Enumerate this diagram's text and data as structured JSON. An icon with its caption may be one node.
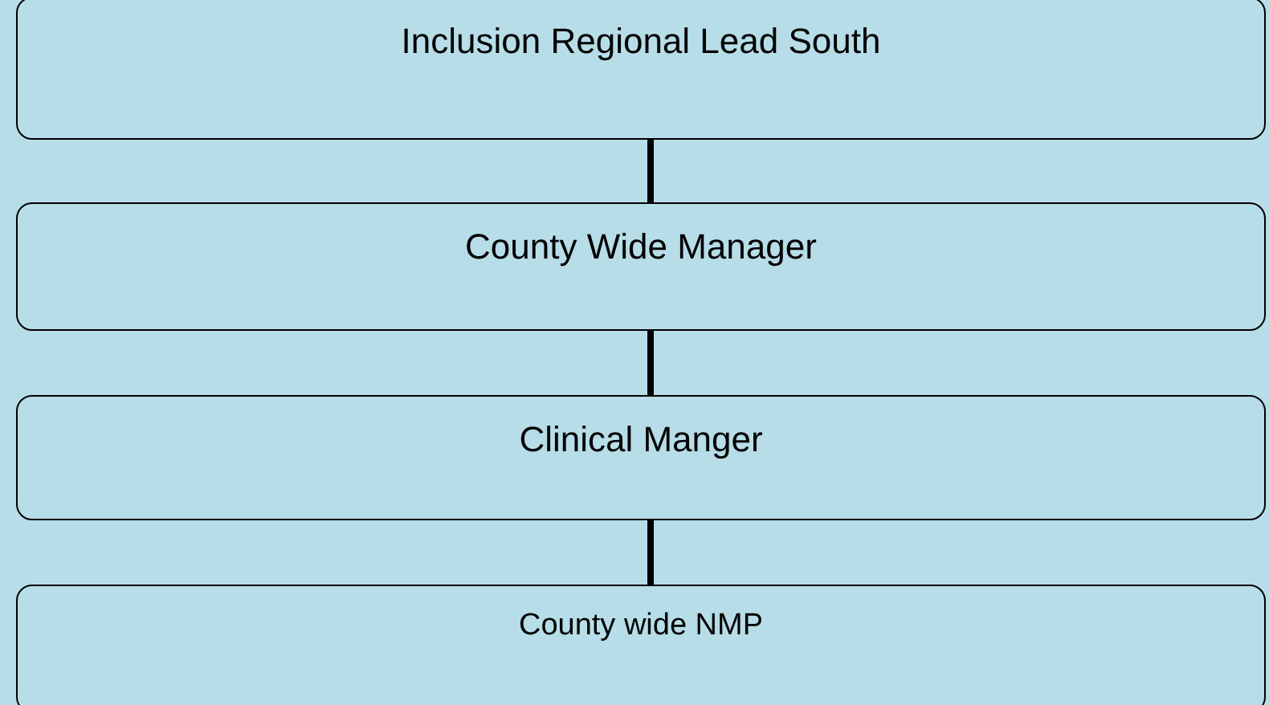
{
  "diagram": {
    "nodes": [
      {
        "text": [
          "Inclusion Regional Lead South"
        ]
      },
      {
        "text": [
          "County Wide Manager"
        ]
      },
      {
        "text": [
          "Clinical Manger"
        ]
      },
      {
        "text": [
          "County wide NMP"
        ]
      }
    ],
    "edges": [
      {
        "from": 0,
        "to": 1,
        "arrow": "none"
      },
      {
        "from": 1,
        "to": 2,
        "arrow": "none"
      },
      {
        "from": 2,
        "to": 3,
        "arrow": "none"
      }
    ]
  }
}
